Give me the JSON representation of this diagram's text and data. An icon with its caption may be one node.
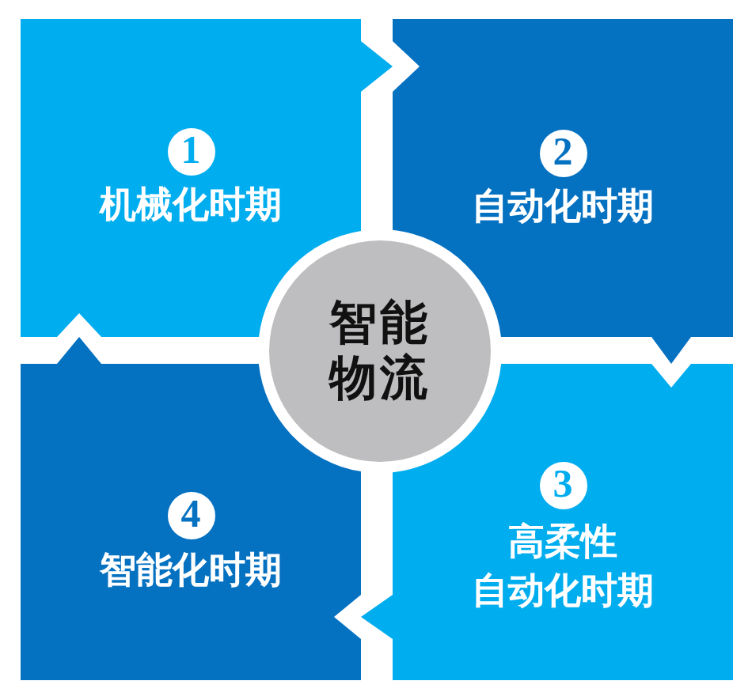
{
  "diagram": {
    "nodes": [
      {
        "text": [
          "机械化时期"
        ]
      },
      {
        "text": [
          "1"
        ],
        "in": 0
      },
      {
        "text": [
          "自动化时期"
        ]
      },
      {
        "text": [
          "2"
        ],
        "in": 2
      },
      {
        "text": [
          "智能物流"
        ]
      },
      {
        "text": [
          "智能化时期"
        ]
      },
      {
        "text": [
          "4"
        ],
        "in": 5
      },
      {
        "text": [
          "高柔性自动化时期"
        ]
      },
      {
        "text": [
          "3"
        ],
        "in": 7
      }
    ]
  }
}
